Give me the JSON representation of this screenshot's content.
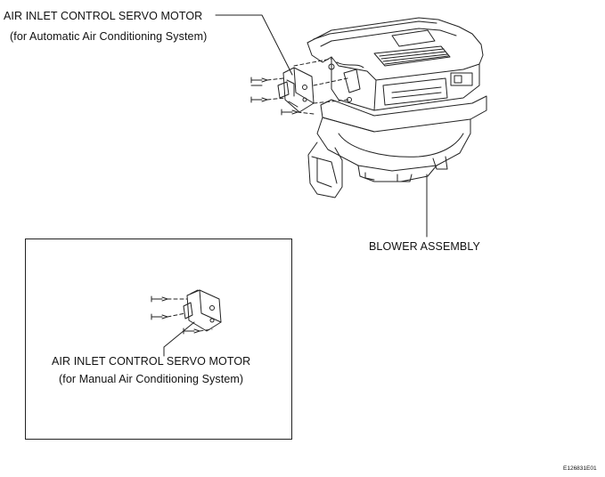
{
  "labels": {
    "auto_motor_title": "AIR INLET CONTROL SERVO MOTOR",
    "auto_motor_subtitle": "(for Automatic Air Conditioning System)",
    "blower_assembly": "BLOWER ASSEMBLY",
    "manual_motor_title": "AIR INLET CONTROL SERVO MOTOR",
    "manual_motor_subtitle": "(for Manual Air Conditioning System)",
    "figure_code": "E126831E01"
  },
  "colors": {
    "line": "#222222",
    "paper": "#ffffff"
  }
}
